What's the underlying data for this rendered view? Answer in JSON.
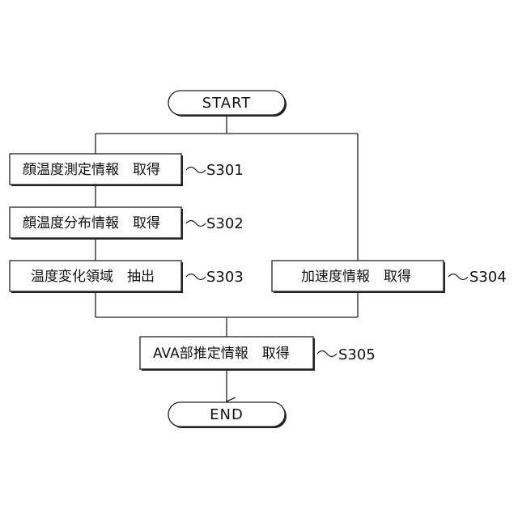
{
  "terminals": {
    "start": "START",
    "end": "END"
  },
  "steps": {
    "s301": {
      "text": "顔温度測定情報　取得",
      "label": "S301"
    },
    "s302": {
      "text": "顔温度分布情報　取得",
      "label": "S302"
    },
    "s303": {
      "text": "温度変化領域　抽出",
      "label": "S303"
    },
    "s304": {
      "text": "加速度情報　取得",
      "label": "S304"
    },
    "s305": {
      "text": "AVA部推定情報　取得",
      "label": "S305"
    }
  }
}
